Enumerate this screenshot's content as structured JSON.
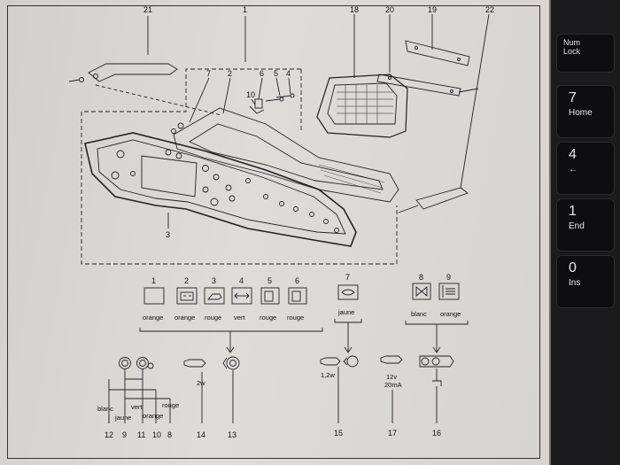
{
  "callouts": {
    "n21": "21",
    "n1": "1",
    "n18": "18",
    "n20": "20",
    "n19": "19",
    "n22": "22",
    "n7": "7",
    "n2": "2",
    "n6": "6",
    "n5": "5",
    "n4": "4",
    "n10": "10",
    "n3": "3",
    "n15": "15",
    "n17": "17",
    "n16": "16",
    "n14": "14",
    "n13": "13",
    "n12": "12",
    "n9": "9",
    "n11": "11",
    "n10b": "10",
    "n8": "8"
  },
  "symbols": [
    {
      "num": "1",
      "color": "orange"
    },
    {
      "num": "2",
      "color": "orange"
    },
    {
      "num": "3",
      "color": "rouge"
    },
    {
      "num": "4",
      "color": "vert"
    },
    {
      "num": "5",
      "color": "rouge"
    },
    {
      "num": "6",
      "color": "rouge"
    },
    {
      "num": "7",
      "color": "jaune"
    },
    {
      "num": "8",
      "color": "blanc"
    },
    {
      "num": "9",
      "color": "orange"
    }
  ],
  "bulb_labels": {
    "w2": "2w",
    "w12": "1,2w",
    "w12v": "12v",
    "ma20": "20mA"
  },
  "wire_colors": {
    "blanc": "blanc",
    "jaune": "jaune",
    "vert": "vert",
    "orange": "orange",
    "rouge": "rouge"
  },
  "keyboard": {
    "numlock": "Num Lock",
    "k7": "7",
    "k7sub": "Home",
    "k4": "4",
    "k4sub": "←",
    "k1": "1",
    "k1sub": "End",
    "k0": "0",
    "k0sub": "Ins"
  }
}
